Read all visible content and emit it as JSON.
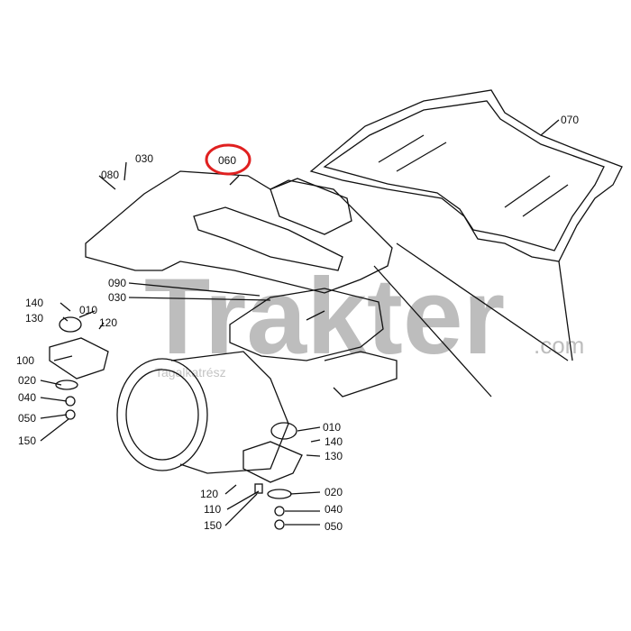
{
  "watermark": {
    "brand": "Trakter",
    "suffix": ".com",
    "tagline": "Tagalkatrész"
  },
  "highlight": {
    "part": "060",
    "color": "#e02020"
  },
  "callouts": [
    {
      "id": "070"
    },
    {
      "id": "060"
    },
    {
      "id": "080"
    },
    {
      "id": "030"
    },
    {
      "id": "090"
    },
    {
      "id": "030"
    },
    {
      "id": "140"
    },
    {
      "id": "130"
    },
    {
      "id": "010"
    },
    {
      "id": "120"
    },
    {
      "id": "100"
    },
    {
      "id": "020"
    },
    {
      "id": "040"
    },
    {
      "id": "050"
    },
    {
      "id": "150"
    },
    {
      "id": "010"
    },
    {
      "id": "140"
    },
    {
      "id": "130"
    },
    {
      "id": "120"
    },
    {
      "id": "110"
    },
    {
      "id": "150"
    },
    {
      "id": "020"
    },
    {
      "id": "040"
    },
    {
      "id": "050"
    }
  ]
}
